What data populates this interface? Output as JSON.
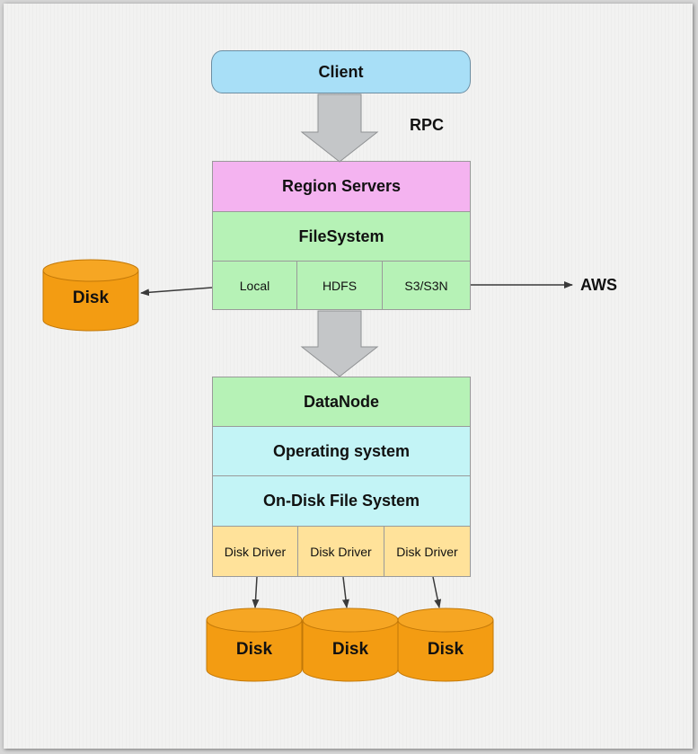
{
  "diagram": {
    "client": "Client",
    "rpc": "RPC",
    "region_servers": "Region Servers",
    "filesystem": "FileSystem",
    "fs_options": [
      "Local",
      "HDFS",
      "S3/S3N"
    ],
    "aws": "AWS",
    "side_disk": "Disk",
    "datanode": "DataNode",
    "operating_system": "Operating system",
    "on_disk_fs": "On-Disk File System",
    "disk_drivers": [
      "Disk Driver",
      "Disk Driver",
      "Disk Driver"
    ],
    "disks": [
      "Disk",
      "Disk",
      "Disk"
    ]
  },
  "colors": {
    "client": "#a8dff7",
    "region_servers": "#f4b3f0",
    "green_layers": "#b6f2b6",
    "cyan_layers": "#c3f4f6",
    "drivers": "#ffe29a",
    "disk": "#f39c12",
    "arrow": "#c4c6c8"
  }
}
